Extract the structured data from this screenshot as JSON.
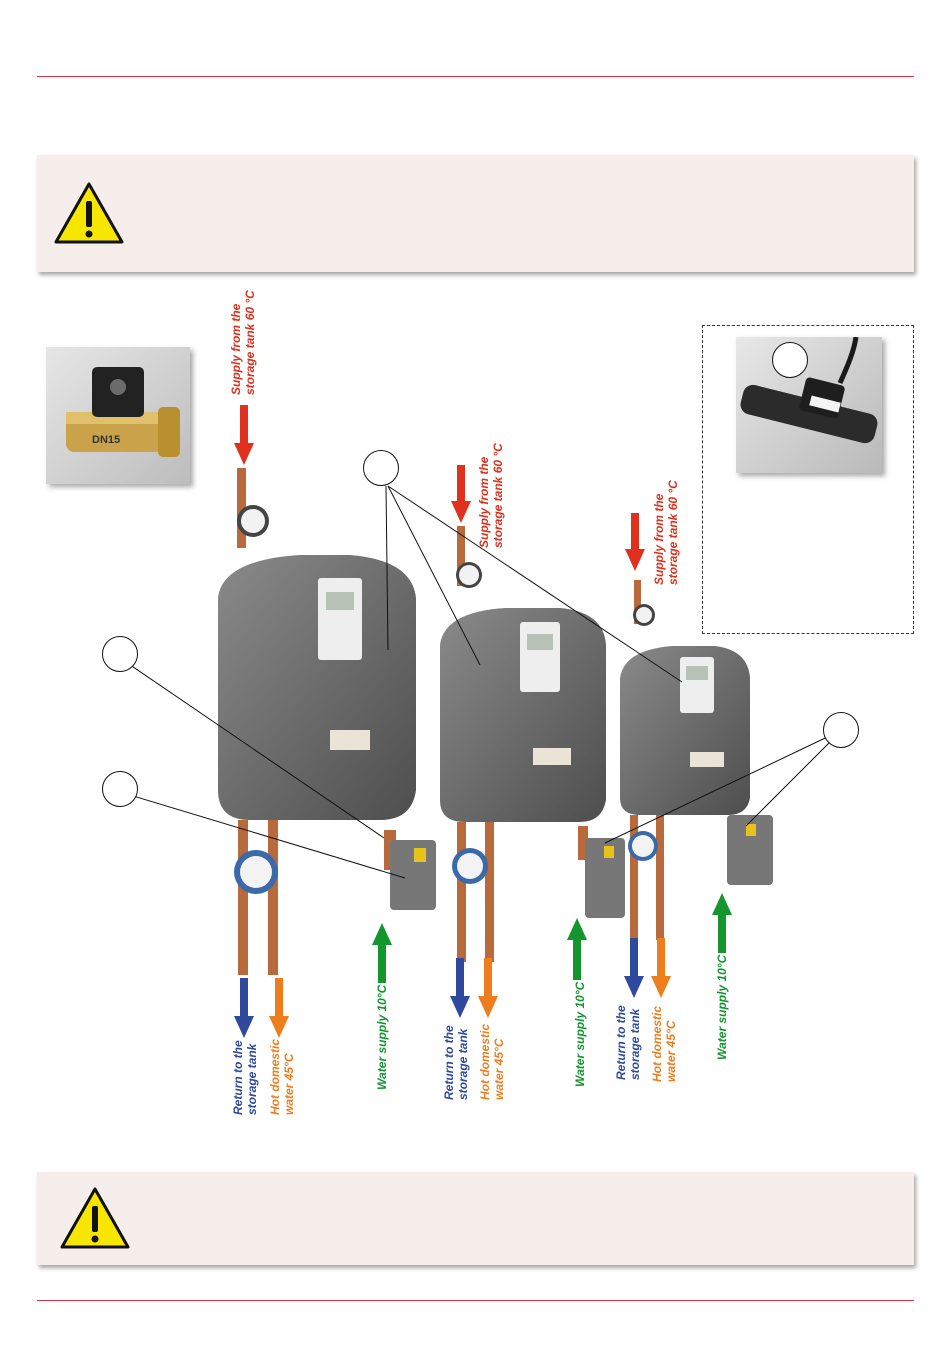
{
  "labels": {
    "supply_tank": "Supply from the storage tank 60 °C",
    "return_tank": "Return to the storage tank",
    "hot_domestic": "Hot domestic water 45°C",
    "water_supply": "Water supply 10°C"
  },
  "colors": {
    "rule": "#c8384a",
    "warning_fill": "#f6eeea",
    "supply_arrow": "#e0301e",
    "return_arrow": "#2f4a9c",
    "hot_arrow": "#ee7d1e",
    "cold_arrow": "#14962f"
  },
  "icons": {
    "warning": "warning-triangle-icon"
  }
}
